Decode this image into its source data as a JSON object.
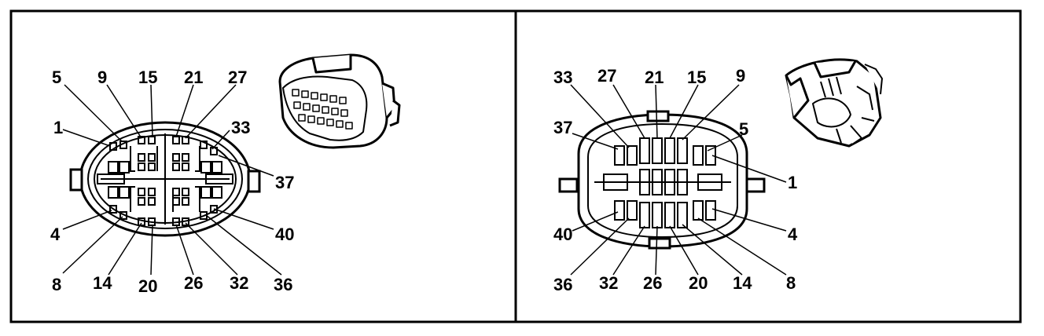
{
  "panels": [
    {
      "name": "left",
      "pin_labels": [
        "5",
        "9",
        "15",
        "21",
        "27",
        "1",
        "33",
        "37",
        "4",
        "40",
        "8",
        "14",
        "20",
        "26",
        "32",
        "36"
      ]
    },
    {
      "name": "right",
      "pin_labels": [
        "33",
        "27",
        "21",
        "15",
        "9",
        "37",
        "5",
        "1",
        "40",
        "4",
        "36",
        "32",
        "26",
        "20",
        "14",
        "8"
      ]
    }
  ]
}
